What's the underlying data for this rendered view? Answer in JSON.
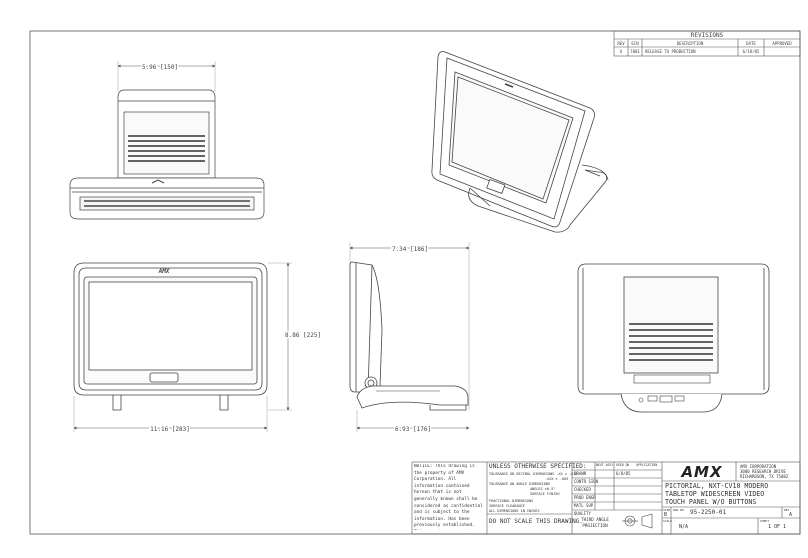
{
  "revisions": {
    "title": "REVISIONS",
    "headers": [
      "REV",
      "ECN",
      "DESCRIPTION",
      "DATE",
      "APPROVED"
    ],
    "row": [
      "A",
      "7001",
      "RELEASE TO PRODUCTION",
      "6/18/05",
      ""
    ]
  },
  "dimensions": {
    "top_width": "5.96 [150]",
    "front_width": "11.16 [283]",
    "front_height": "8.86 [225]",
    "side_height_top": "7.34 [186]",
    "side_depth": "6.93 [176]"
  },
  "front_logo": "AMX",
  "title_block": {
    "notice": "NOTICE:  This drawing is the property of AMX Corporation. All information contained hereon that is not generally known shall be considered as confidential and is subject to the information. Has been previously established. This drawing may not be copied, reproduced, or used as the basis for manufacture or sale without written permission.",
    "unless": "UNLESS OTHERWISE SPECIFIED:",
    "tolerance_lines": [
      "TOLERANCE ON DECIMAL DIMENSIONS  .XX ± .010",
      ".XXX ± .005",
      "TOLERANCE ON ANGLE DIMENSIONS",
      "ANGLES   ±0.5°",
      "SURFACE FINISH",
      "FRACTIONAL DIMENSIONS",
      "SURFACE CLEARANCE",
      "ALL DIMENSIONS IN INCHES"
    ],
    "no_scale": "DO NOT SCALE THIS DRAWING.",
    "sign_labels": [
      "DRAWN",
      "CONTR SIGN",
      "CHECKED",
      "PROD ENGR",
      "MATL SUP",
      "QUALITY"
    ],
    "sign_head": [
      "NEXT ASSY",
      "USED ON",
      "APPLICATION"
    ],
    "sign_date": "6/8/05",
    "third_angle": "THIRD ANGLE PROJECTION",
    "logo": "AMX",
    "company": [
      "AMX CORPORATION",
      "3000 RESEARCH DRIVE",
      "RICHARDSON, TX 75082"
    ],
    "title_lines": [
      "PICTORIAL, NXT-CV10 MODERO",
      "TABLETOP WIDESCREEN VIDEO",
      "TOUCH PANEL W/O BUTTONS"
    ],
    "size_label": "SIZE",
    "size": "B",
    "dwg_label": "DWG NO",
    "dwg_no": "95-2250-01",
    "rev_label": "REV",
    "rev": "A",
    "scale_label": "SCALE",
    "scale": "N/A",
    "sheet_label": "SHEET",
    "sheet": "1 OF 1"
  }
}
